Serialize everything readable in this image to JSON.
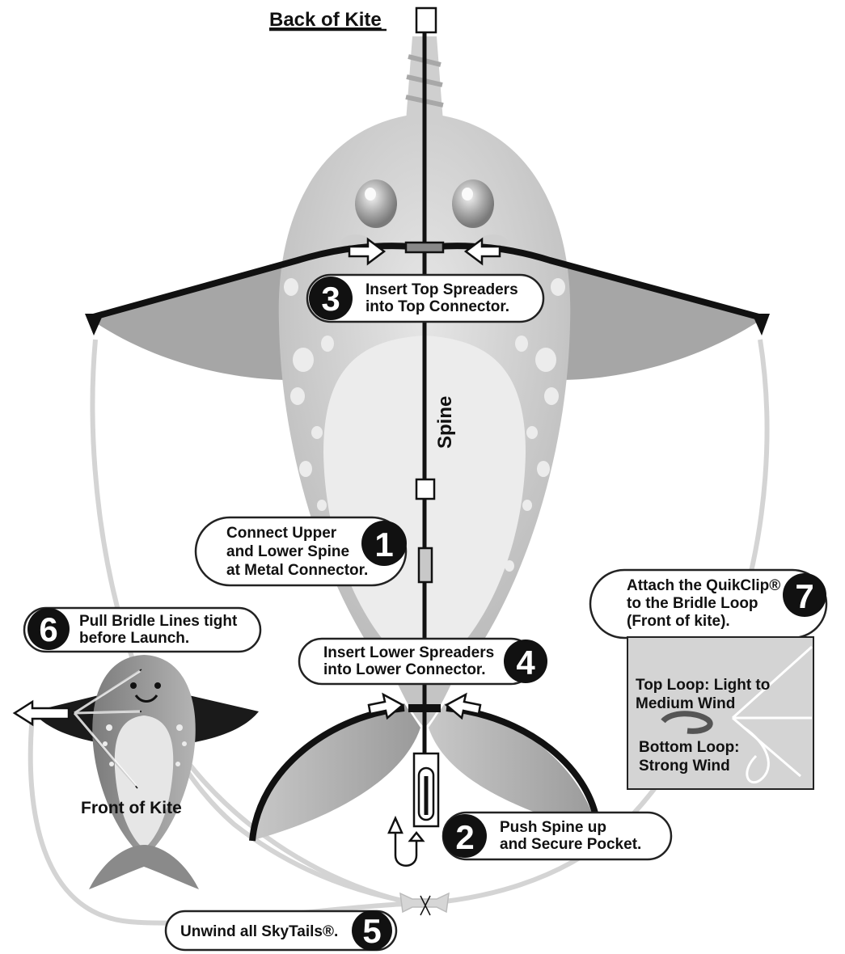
{
  "labels": {
    "back_of_kite": "Back of Kite",
    "front_of_kite": "Front of Kite",
    "spine": "Spine"
  },
  "steps": [
    {
      "number": "1",
      "lines": [
        "Connect Upper",
        "and Lower Spine",
        "at Metal Connector."
      ]
    },
    {
      "number": "2",
      "lines": [
        "Push Spine up",
        "and Secure Pocket."
      ]
    },
    {
      "number": "3",
      "lines": [
        "Insert Top Spreaders",
        "into Top Connector."
      ]
    },
    {
      "number": "4",
      "lines": [
        "Insert Lower Spreaders",
        "into Lower Connector."
      ]
    },
    {
      "number": "5",
      "lines": [
        "Unwind all SkyTails®."
      ]
    },
    {
      "number": "6",
      "lines": [
        "Pull Bridle Lines tight",
        "before Launch."
      ]
    },
    {
      "number": "7",
      "lines": [
        "Attach the QuikClip®",
        "to the  Bridle Loop",
        "(Front of kite)."
      ]
    }
  ],
  "inset": {
    "top_loop": [
      "Top Loop: Light to",
      "Medium Wind"
    ],
    "bottom_loop": [
      "Bottom Loop:",
      "Strong Wind"
    ]
  },
  "colors": {
    "spar": "#111111",
    "body_light": "#d9d9d9",
    "body_mid": "#bdbdbd",
    "wing": "#9e9e9e",
    "belly": "#eeeeee",
    "line": "#d4d4d4"
  }
}
